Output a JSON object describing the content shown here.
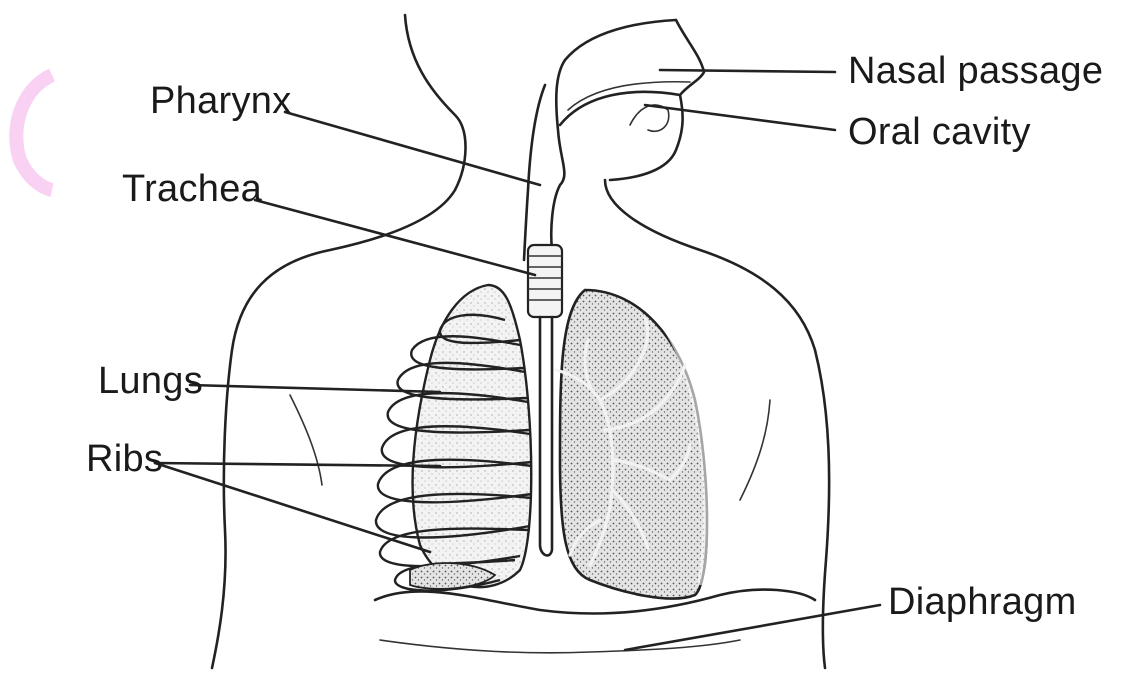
{
  "labels": {
    "nasal_passage": "Nasal passage",
    "oral_cavity": "Oral cavity",
    "pharynx": "Pharynx",
    "trachea": "Trachea",
    "lungs": "Lungs",
    "ribs": "Ribs",
    "diaphragm": "Diaphragm"
  },
  "colors": {
    "ink": "#222222",
    "lung_stipple": "#555555",
    "watermark": "#f7c6ef"
  }
}
